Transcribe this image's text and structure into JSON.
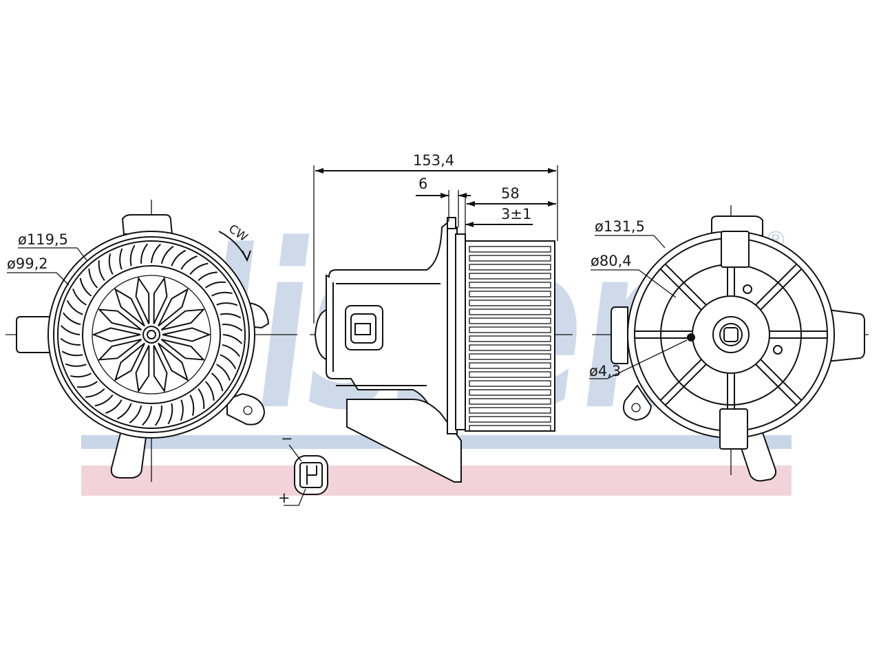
{
  "watermark": {
    "text": "Nissens",
    "registered": "®",
    "colors": {
      "letters": "#c5d4e6",
      "band_blue": "#c8d6e8",
      "band_red": "#f2d3da"
    }
  },
  "dimensions": {
    "left_view": {
      "outer_diameter": "ø119,5",
      "inner_diameter": "ø99,2",
      "rotation": "CW"
    },
    "side_view": {
      "overall_length": "153,4",
      "flange_thickness": "6",
      "wheel_length": "58",
      "offset": "3±1"
    },
    "right_view": {
      "housing_diameter": "ø131,5",
      "bolt_circle": "ø80,4",
      "hole_diameter": "ø4,3"
    }
  },
  "connector": {
    "minus": "−",
    "plus": "+"
  },
  "colors": {
    "line": "#111111",
    "background": "#ffffff"
  }
}
